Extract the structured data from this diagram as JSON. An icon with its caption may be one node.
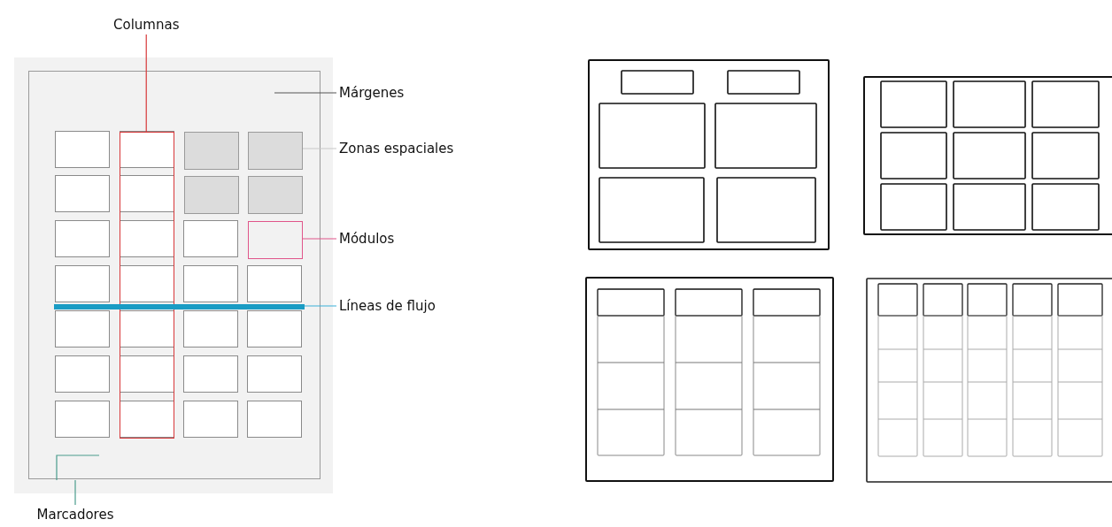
{
  "diagram": {
    "nodes": [
      {
        "text": [
          "Columnas"
        ]
      },
      {
        "text": [],
        "shape": "box",
        "in": 3
      },
      {
        "text": [
          "Márgenes"
        ]
      },
      {
        "text": [],
        "shape": "box"
      },
      {
        "text": [
          "Zonas espaciales"
        ]
      },
      {
        "text": [],
        "shape": "box",
        "in": 3
      },
      {
        "text": [
          "Módulos"
        ]
      },
      {
        "text": [],
        "shape": "box",
        "in": 3
      },
      {
        "text": [
          "Líneas de flujo"
        ]
      },
      {
        "text": [],
        "shape": "bar",
        "in": 3
      },
      {
        "text": [
          "Marcadores"
        ]
      },
      {
        "text": [],
        "shape": "corner",
        "in": 3
      }
    ],
    "edges": [
      {
        "from": 0,
        "to": 1,
        "arrow": "none",
        "color": "#d7383a"
      },
      {
        "from": 2,
        "to": null,
        "arrow": "none",
        "color": "#555555"
      },
      {
        "from": 4,
        "to": 5,
        "arrow": "none",
        "color": "#c8c8c8"
      },
      {
        "from": 6,
        "to": 7,
        "arrow": "none",
        "color": "#e0558a"
      },
      {
        "from": 8,
        "to": 9,
        "arrow": "none",
        "color": "#3ab0d8"
      },
      {
        "from": 10,
        "to": 11,
        "arrow": "none",
        "color": "#4a9c8c"
      }
    ]
  }
}
